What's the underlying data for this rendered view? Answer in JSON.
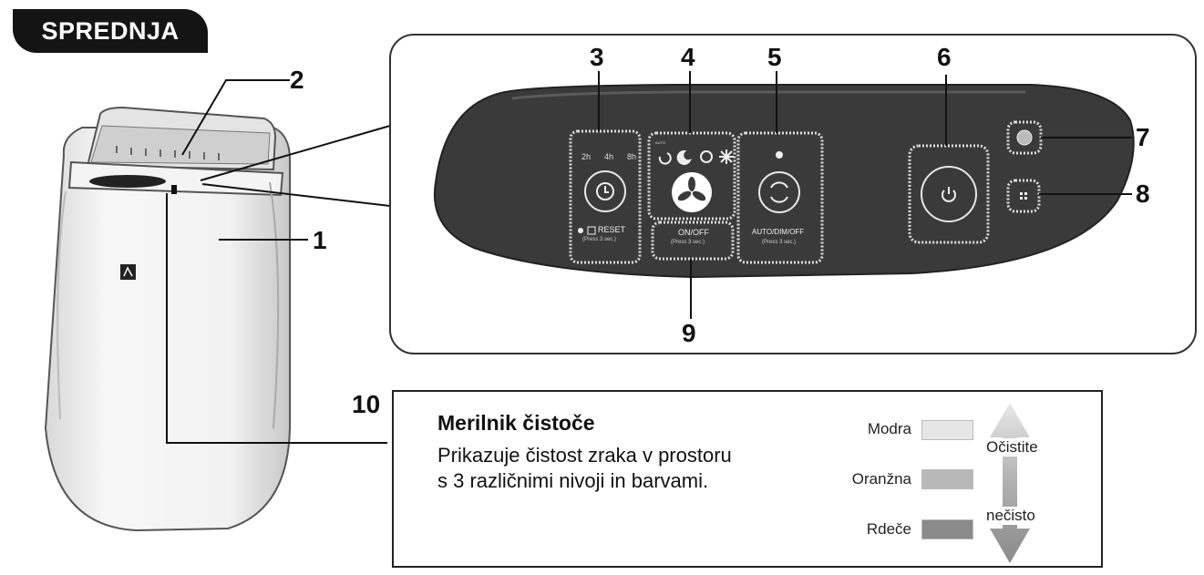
{
  "title": "SPREDNJA",
  "callouts": [
    "1",
    "2",
    "3",
    "4",
    "5",
    "6",
    "7",
    "8",
    "9",
    "10"
  ],
  "panel": {
    "timer_labels": [
      "2h",
      "4h",
      "8h"
    ],
    "reset_label": "RESET",
    "reset_hint": "(Press 3 sec.)",
    "auto_label": "AUTO",
    "child_lock_label": "ON/OFF",
    "child_lock_hint": "(Press 3 sec.)",
    "light_label": "AUTO/DIM/OFF",
    "light_hint": "(Press 3 sec.)"
  },
  "meter": {
    "title": "Merilnik čistoče",
    "description_lines": [
      "Prikazuje čistost zraka v prostoru",
      "s 3 različnimi nivoji in barvami."
    ],
    "levels": [
      {
        "name": "Modra",
        "color": "#e6e6e6"
      },
      {
        "name": "Oranžna",
        "color": "#b8b8b8"
      },
      {
        "name": "Rdeče",
        "color": "#8a8a8a"
      }
    ],
    "arrow_top": "Očistite",
    "arrow_bottom": "nečisto"
  },
  "colors": {
    "badge": "#141414",
    "panel_face": "#3a3a3a",
    "outline": "#222222"
  }
}
